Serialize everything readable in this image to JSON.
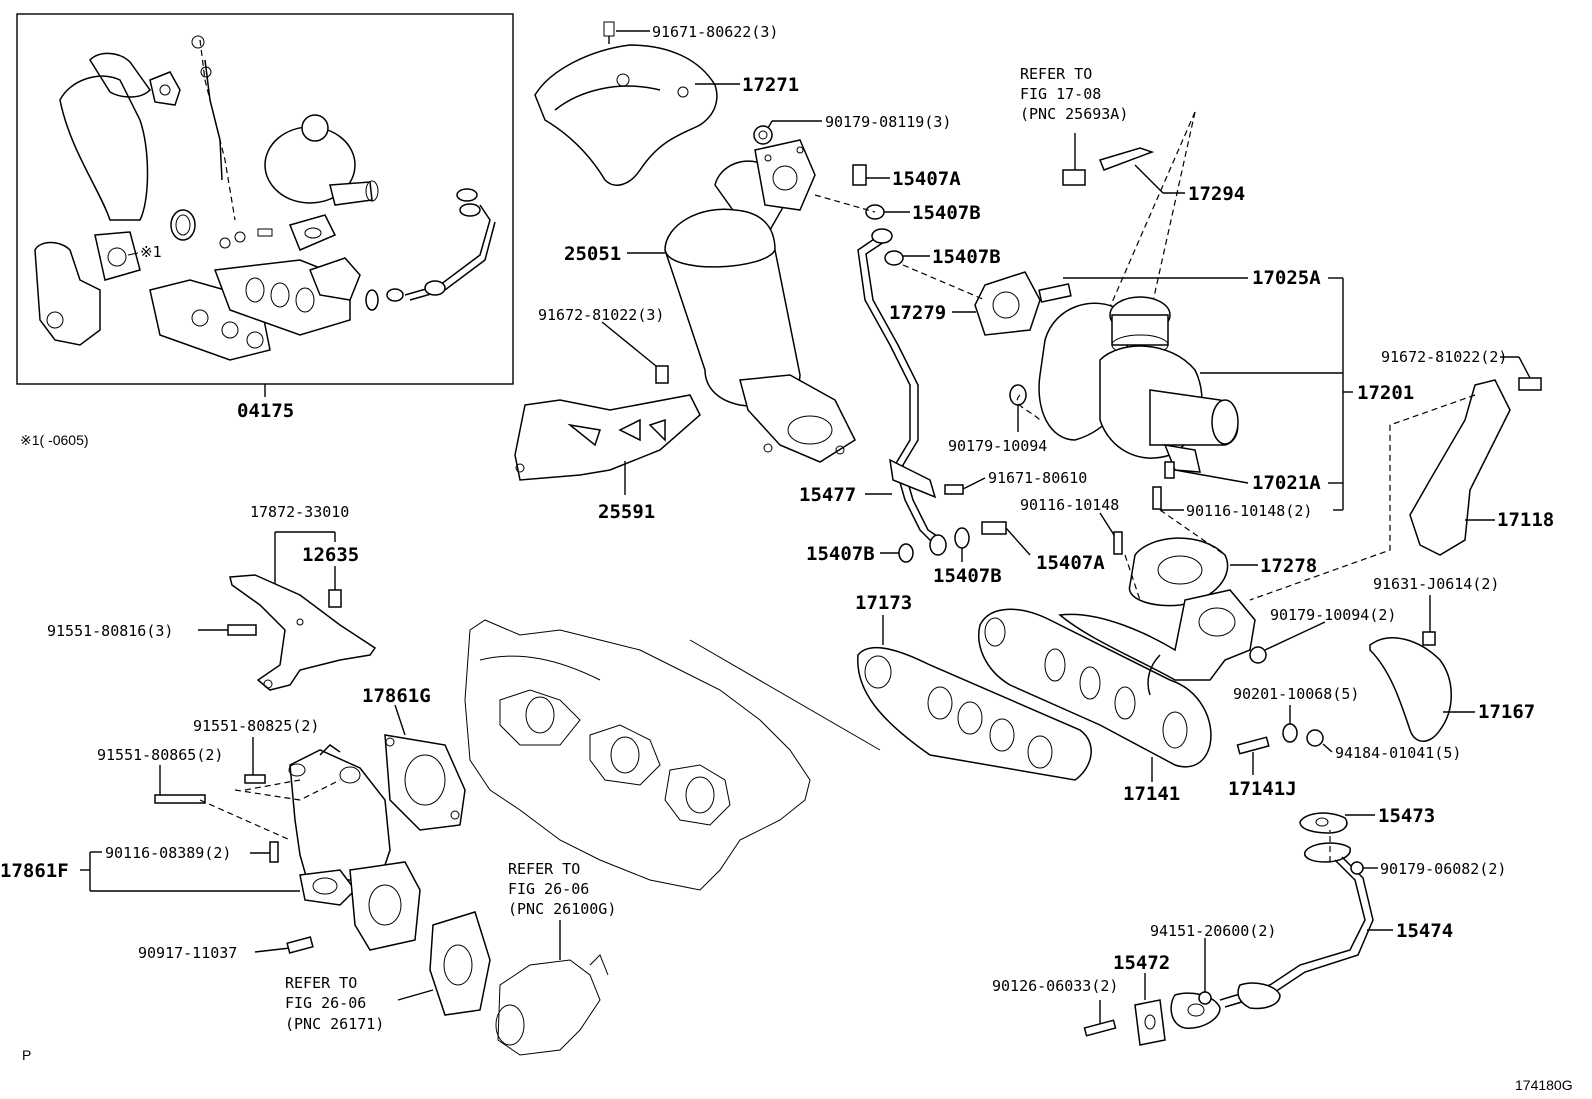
{
  "labels": {
    "p91671_80622": "91671-80622(3)",
    "p17271": "17271",
    "p90179_08119": "90179-08119(3)",
    "p15407A_top": "15407A",
    "p15407B_a": "15407B",
    "p15407B_b": "15407B",
    "p25051": "25051",
    "p91672_81022_l": "91672-81022(3)",
    "p17279": "17279",
    "p25591": "25591",
    "p04175": "04175",
    "note_x1": "※1(      -0605)",
    "p17025A": "17025A",
    "p17294": "17294",
    "p17201": "17201",
    "p91672_81022_r": "91672-81022(2)",
    "p90179_10094": "90179-10094",
    "p17021A": "17021A",
    "p91671_80610": "91671-80610",
    "p90116_10148": "90116-10148",
    "p90116_10148_2": "90116-10148(2)",
    "p15477": "15477",
    "p15407B_c": "15407B",
    "p15407B_d": "15407B",
    "p15407A_b": "15407A",
    "p17278": "17278",
    "p17118": "17118",
    "p91631_J0614": "91631-J0614(2)",
    "p90179_10094_2": "90179-10094(2)",
    "p17173": "17173",
    "p17141": "17141",
    "p17141J": "17141J",
    "p90201_10068": "90201-10068(5)",
    "p94184_01041": "94184-01041(5)",
    "p17167": "17167",
    "p17872_33010": "17872-33010",
    "p12635": "12635",
    "p91551_80816": "91551-80816(3)",
    "p17861G": "17861G",
    "p91551_80825": "91551-80825(2)",
    "p91551_80865": "91551-80865(2)",
    "p90116_08389": "90116-08389(2)",
    "p17861F": "17861F",
    "p90917_11037": "90917-11037",
    "p15473": "15473",
    "p90179_06082": "90179-06082(2)",
    "p15474": "15474",
    "p94151_20600": "94151-20600(2)",
    "p15472": "15472",
    "p90126_06033": "90126-06033(2)",
    "x1_mark": "※1",
    "corner_p": "P",
    "figure_code": "174180G"
  },
  "refer_notes": {
    "top": [
      "REFER TO",
      "FIG  17-08",
      "(PNC 25693A)"
    ],
    "mid": [
      "REFER TO",
      "FIG 26-06",
      "(PNC 26100G)"
    ],
    "low": [
      "REFER TO",
      "FIG 26-06",
      "(PNC 26171)"
    ]
  }
}
